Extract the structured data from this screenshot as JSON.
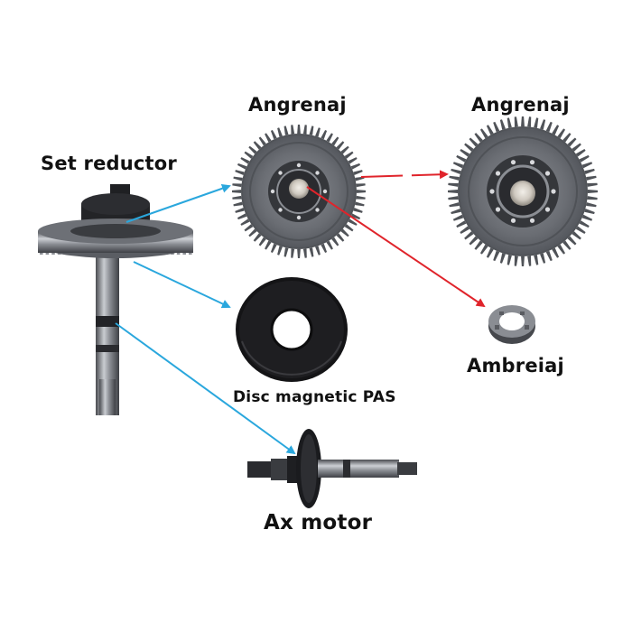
{
  "labels": {
    "set_reductor": "Set reductor",
    "angrenaj_left": "Angrenaj",
    "angrenaj_right": "Angrenaj",
    "disc_magnetic": "Disc magnetic PAS",
    "ambreiaj": "Ambreiaj",
    "ax_motor": "Ax motor"
  },
  "colors": {
    "arrow_blue": "#2aa7dd",
    "arrow_red": "#e0242b",
    "metal_dark": "#3d3f44",
    "metal_mid": "#6c6f76",
    "metal_light": "#b9bcc2",
    "black_part": "#1a1a1c",
    "white_part": "#e6e2dc"
  },
  "icons": {
    "reductor_set": "gear-shaft-icon",
    "gear_large": "large-gear-icon",
    "gear_large_2": "large-gear-icon",
    "magnetic_disc": "magnetic-disc-icon",
    "clutch": "clutch-ring-icon",
    "motor_axle": "motor-axle-icon"
  }
}
